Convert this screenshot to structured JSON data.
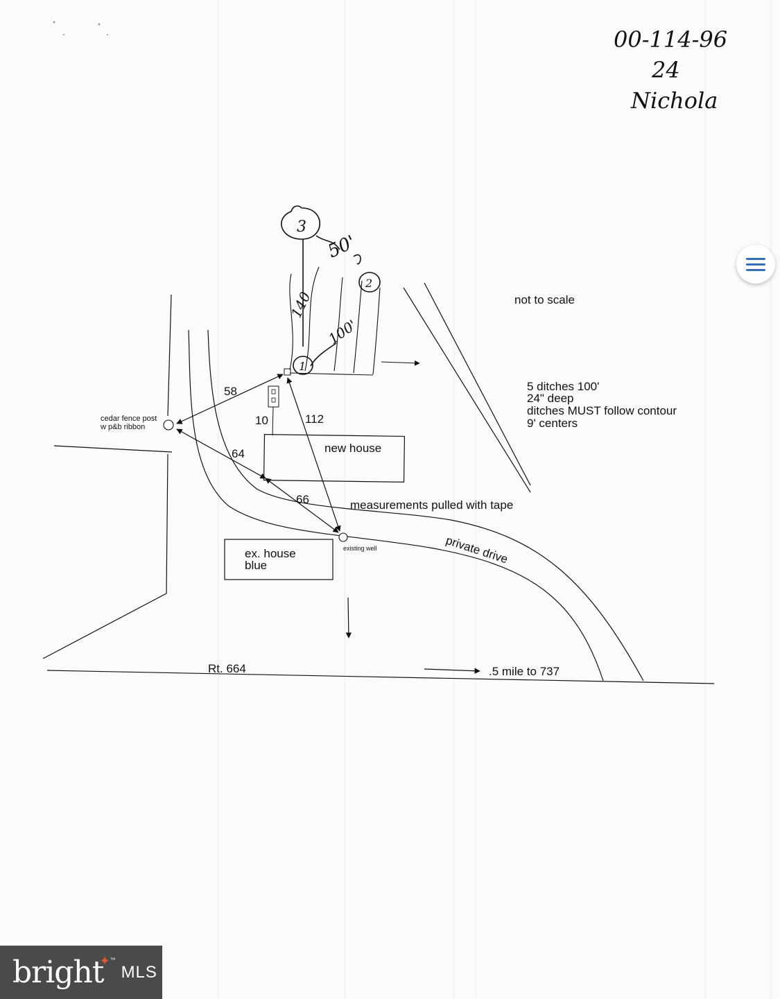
{
  "handwritten": {
    "file_number": "00-114-96",
    "lot": "24",
    "name": "Nichola"
  },
  "labels": {
    "not_to_scale": "not to scale",
    "ditches_line1": "5 ditches 100'",
    "ditches_line2": "24\" deep",
    "ditches_line3": "ditches MUST follow contour",
    "ditches_line4": "9' centers",
    "cedar_line1": "cedar fence post",
    "cedar_line2": "w p&b ribbon",
    "new_house": "new house",
    "measurements": "measurements pulled with tape",
    "ex_house_line1": "ex. house",
    "ex_house_line2": "blue",
    "existing_well": "existing well",
    "private_drive": "private drive",
    "road": "Rt. 664",
    "distance": ".5 mile to 737"
  },
  "measures": {
    "m58": "58",
    "m10": "10",
    "m112": "112",
    "m64": "64",
    "m66": "66"
  },
  "hand_marks": {
    "circle3": "3",
    "circle2": "2",
    "circle1": "1",
    "dist50": "50'",
    "dist140": "140",
    "dist100": "100'"
  },
  "logo": {
    "brand": "bright",
    "tm": "™",
    "mls": "MLS"
  },
  "menu": {
    "icon": "hamburger-menu-icon"
  }
}
